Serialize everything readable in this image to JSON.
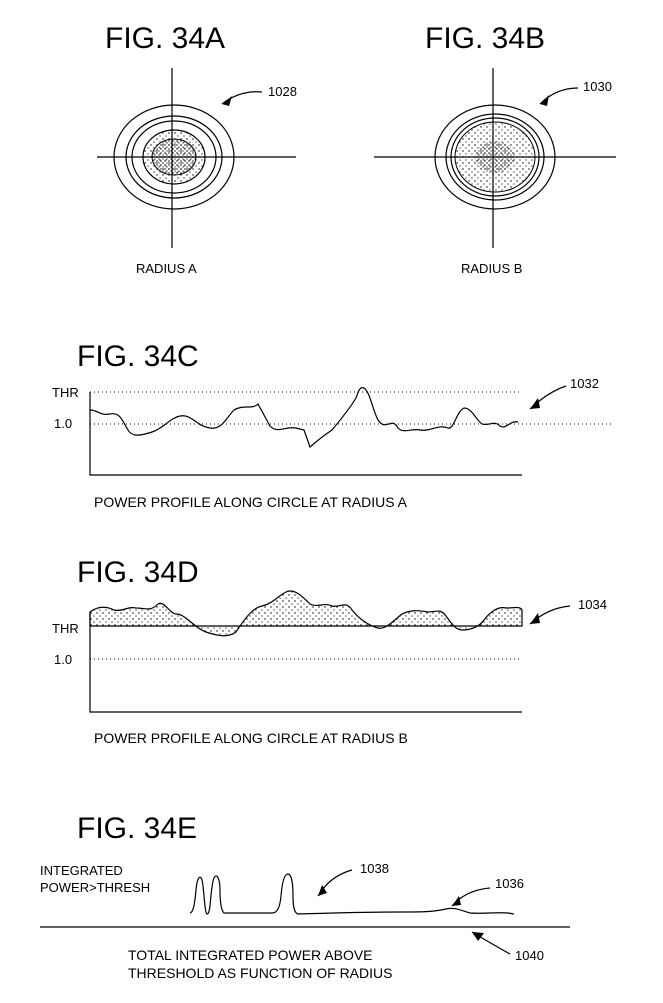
{
  "figures": {
    "a": {
      "title": "FIG. 34A",
      "caption": "RADIUS A",
      "ref": "1028"
    },
    "b": {
      "title": "FIG. 34B",
      "caption": "RADIUS B",
      "ref": "1030"
    },
    "c": {
      "title": "FIG. 34C",
      "thr_label": "THR",
      "one_label": "1.0",
      "caption": "POWER PROFILE ALONG CIRCLE AT RADIUS A",
      "ref": "1032"
    },
    "d": {
      "title": "FIG. 34D",
      "thr_label": "THR",
      "one_label": "1.0",
      "caption": "POWER PROFILE ALONG CIRCLE AT RADIUS B",
      "ref": "1034"
    },
    "e": {
      "title": "FIG. 34E",
      "ylabel_line1": "INTEGRATED",
      "ylabel_line2": "POWER>THRESH",
      "caption_line1": "TOTAL INTEGRATED POWER ABOVE",
      "caption_line2": "THRESHOLD AS FUNCTION OF RADIUS",
      "ref_curve": "1038",
      "ref_tail": "1036",
      "ref_axis": "1040"
    }
  }
}
